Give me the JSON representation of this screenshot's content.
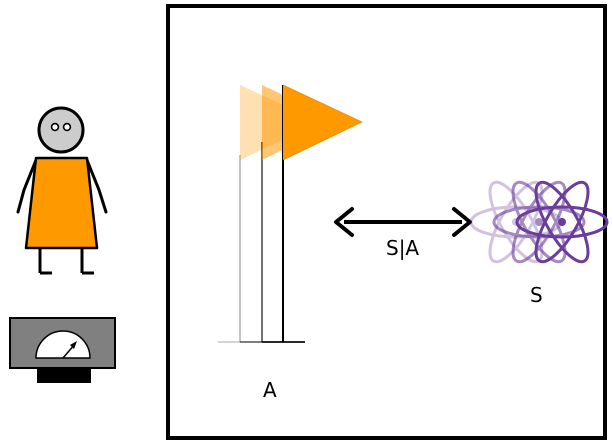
{
  "labels": {
    "apparatus": "A",
    "system": "S",
    "correlation": "S|A"
  },
  "colors": {
    "frame": "#000000",
    "observer_body": "#ff9900",
    "flag": "#ff9900",
    "atom": "#6a3d9a",
    "meter_face": "#808080",
    "meter_base": "#000000"
  },
  "icons": {
    "observer": "person-icon",
    "meter": "gauge-meter-icon",
    "apparatus": "flag-icon",
    "system": "atom-icon",
    "correlation": "double-headed-arrow-icon"
  }
}
